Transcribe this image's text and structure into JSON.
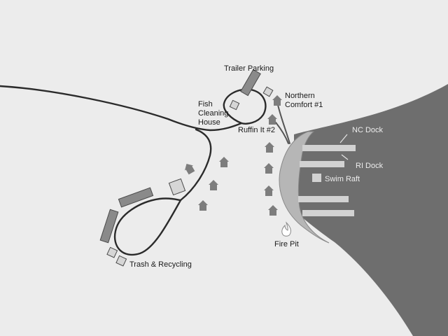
{
  "labels": {
    "trailer_parking": "Trailer Parking",
    "northern_comfort": [
      "Northern",
      "Comfort #1"
    ],
    "fish_cleaning": [
      "Fish",
      "Cleaning",
      "House"
    ],
    "ruffin_it": "Ruffin It #2",
    "nc_dock": "NC Dock",
    "ri_dock": "RI Dock",
    "swim_raft": "Swim Raft",
    "fire_pit": "Fire Pit",
    "trash_recycling": "Trash & Recycling"
  },
  "icons": {
    "cabin": "house-icon",
    "fire": "fire-icon"
  },
  "colors": {
    "background": "#ececec",
    "water": "#6e6e6e",
    "beach": "#b6b6b6",
    "road": "#2b2b2b",
    "cabin": "#7d7d7d",
    "dock": "#d2d2d2"
  }
}
